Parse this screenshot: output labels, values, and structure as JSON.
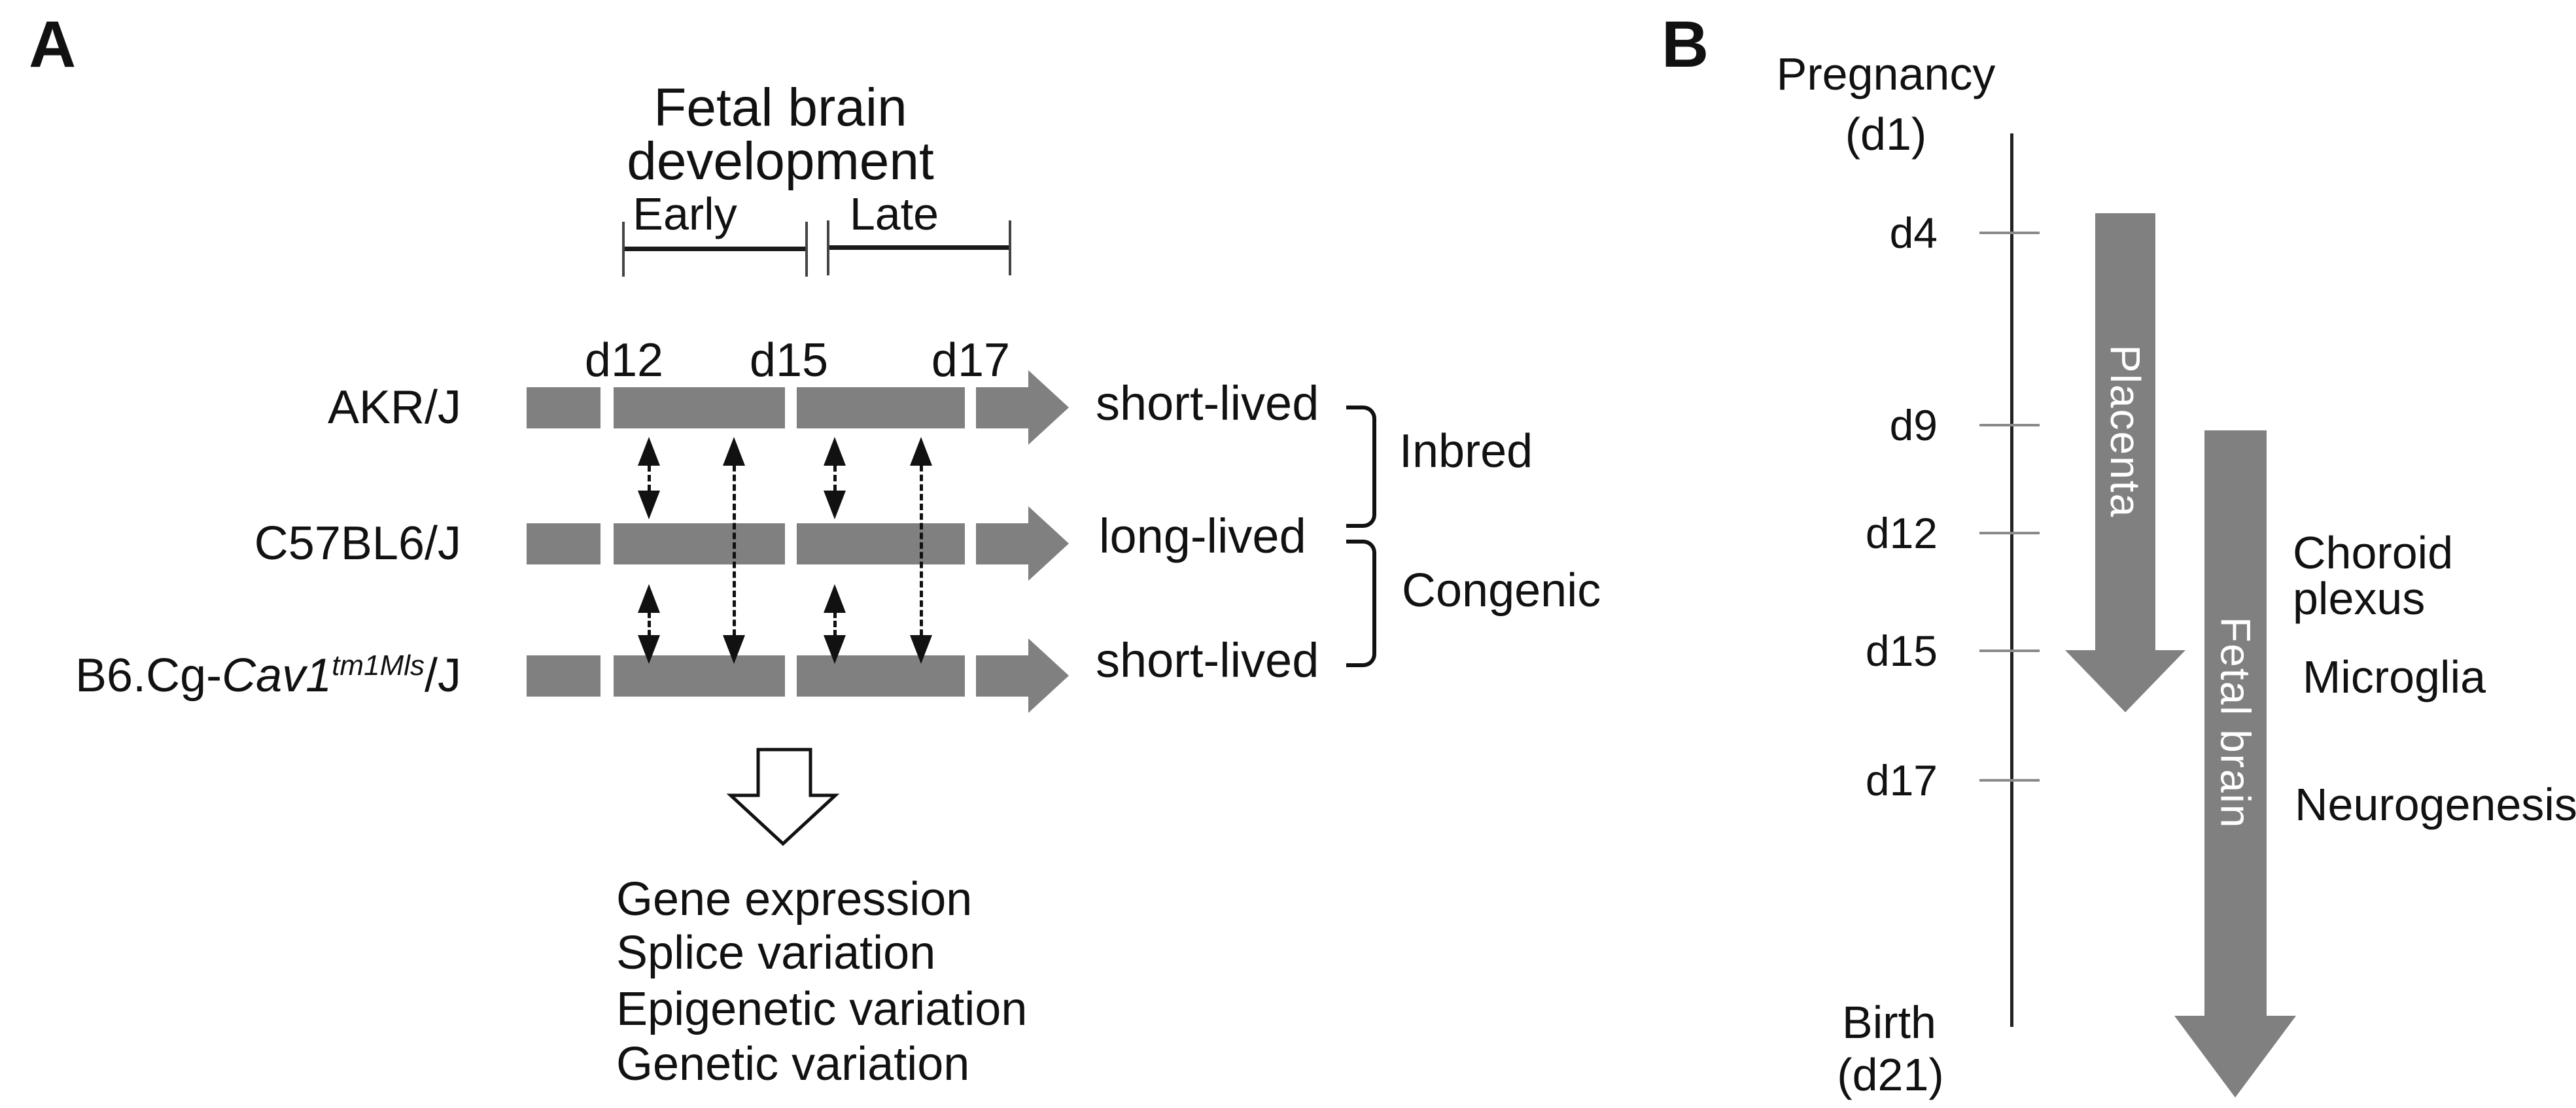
{
  "figure": {
    "panelA": {
      "label": "A",
      "title": "Fetal brain development",
      "phases": {
        "early": "Early",
        "late": "Late"
      },
      "day_labels": {
        "d12": "d12",
        "d15": "d15",
        "d17": "d17"
      },
      "rows": [
        {
          "strain": "AKR/J",
          "phenotype": "short-lived"
        },
        {
          "strain": "C57BL6/J",
          "phenotype": "long-lived"
        },
        {
          "strain_prefix": "B6.Cg-",
          "strain_gene": "Cav1",
          "strain_sup": "tm1Mls",
          "strain_suffix": "/J",
          "phenotype": "short-lived"
        }
      ],
      "group_labels": {
        "inbred": "Inbred",
        "congenic": "Congenic"
      },
      "outcomes": [
        "Gene expression",
        "Splice variation",
        "Epigenetic variation",
        "Genetic variation"
      ]
    },
    "panelB": {
      "label": "B",
      "top_label_line1": "Pregnancy",
      "top_label_line2": "(d1)",
      "ticks": [
        {
          "label": "d4"
        },
        {
          "label": "d9"
        },
        {
          "label": "d12"
        },
        {
          "label": "d15"
        },
        {
          "label": "d17"
        }
      ],
      "bottom_label_line1": "Birth",
      "bottom_label_line2": "(d21)",
      "arrows": [
        {
          "label": "Placenta"
        },
        {
          "label": "Fetal brain"
        }
      ],
      "annotations": [
        "Choroid plexus",
        "Microglia",
        "Neurogenesis"
      ]
    },
    "colors": {
      "bar_gray": "#808080",
      "line_black": "#111111",
      "arrow_text_white": "#ffffff"
    }
  }
}
